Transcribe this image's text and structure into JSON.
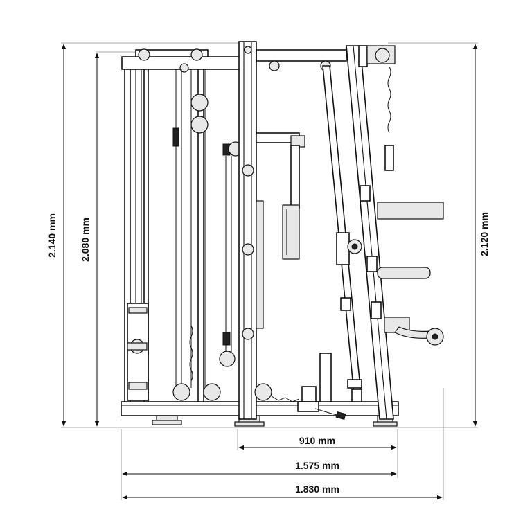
{
  "dimensions": {
    "height_total": "2.140 mm",
    "height_frame": "2.080 mm",
    "height_rack": "2.120 mm",
    "width_rack": "910 mm",
    "width_mid": "1.575 mm",
    "width_total": "1.830 mm"
  },
  "icons": {
    "arrowhead": "arrowhead-icon",
    "pulley": "pulley-icon",
    "weight-stack": "weight-stack-icon",
    "chain": "chain-icon"
  }
}
